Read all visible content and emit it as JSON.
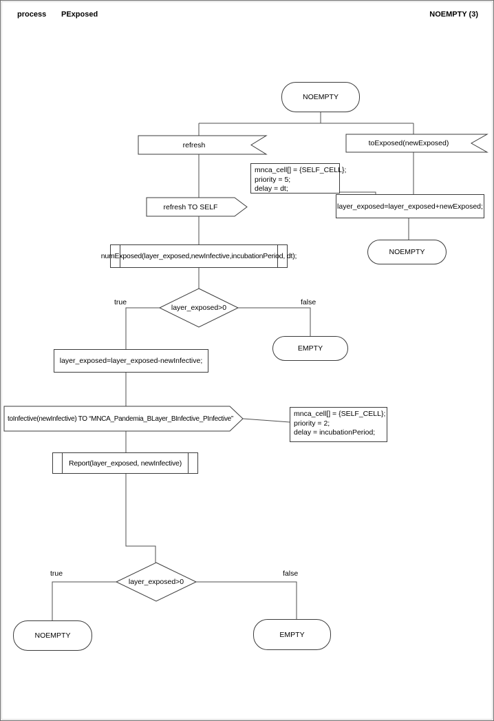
{
  "header": {
    "kind_label": "process",
    "title": "PExposed",
    "state_label": "NOEMPTY (3)"
  },
  "colors": {
    "line": "#4d4d4d",
    "shape_border": "#3a3a3a",
    "background": "#ffffff",
    "text": "#000000"
  },
  "nodes": {
    "start_state": "NOEMPTY",
    "refresh_event": "refresh",
    "to_exposed_event": "toExposed(newExposed)",
    "note_refresh": {
      "line1": "mnca_cell[] = {SELF_CELL};",
      "line2": "priority = 5;",
      "line3": "delay = dt;"
    },
    "refresh_send": "refresh TO SELF",
    "exposed_increment": "layer_exposed=layer_exposed+newExposed;",
    "noempty_state_mid": "NOEMPTY",
    "num_exposed_call": "numExposed(layer_exposed,newInfective,incubationPeriod, dt);",
    "decision1": "layer_exposed>0",
    "decision1_true": "true",
    "decision1_false": "false",
    "empty_state_mid": "EMPTY",
    "exposed_decrement": "layer_exposed=layer_exposed-newInfective;",
    "to_infective_send": "toInfective(newInfective) TO “MNCA_Pandemia_BLayer_BInfective_PInfective”",
    "note_infective": {
      "line1": "mnca_cell[] = {SELF_CELL};",
      "line2": "priority = 2;",
      "line3": "delay = incubationPeriod;"
    },
    "report_call": "Report(layer_exposed, newInfective)",
    "decision2": "layer_exposed>0",
    "decision2_true": "true",
    "decision2_false": "false",
    "noempty_state_bottom": "NOEMPTY",
    "empty_state_bottom": "EMPTY"
  }
}
